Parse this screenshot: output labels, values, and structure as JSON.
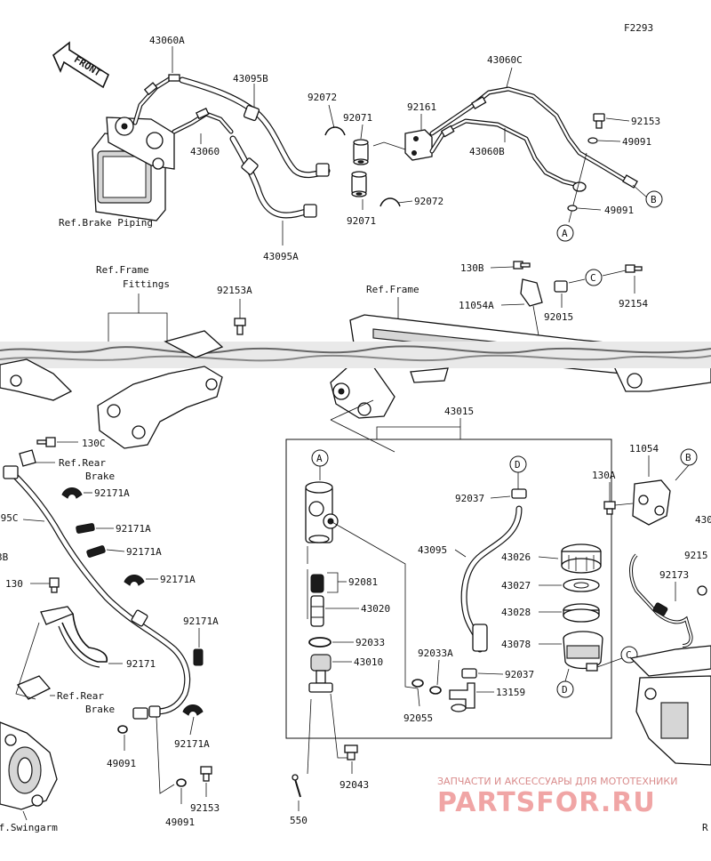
{
  "diagram": {
    "figure_id": "F2293",
    "front_label": "FRONT",
    "part_labels": {
      "p43060A": "43060A",
      "p43095B": "43095B",
      "p92072_top": "92072",
      "p92071_top": "92071",
      "p92161": "92161",
      "p43060C": "43060C",
      "p92153_top": "92153",
      "p49091_top": "49091",
      "p43060": "43060",
      "p43060B": "43060B",
      "p92072_mid": "92072",
      "p92071_mid": "92071",
      "p49091_mid": "49091",
      "p43095A": "43095A",
      "p130B": "130B",
      "p11054A": "11054A",
      "p92015": "92015",
      "p92154": "92154",
      "p92153A": "92153A",
      "p43015": "43015",
      "p130C": "130C",
      "p92171A_1": "92171A",
      "p92171A_2": "92171A",
      "p92171A_3": "92171A",
      "p92171A_4": "92171A",
      "p92171A_5": "92171A",
      "p92171A_6": "92171A",
      "p43095C": "095C",
      "p43B": "3B",
      "p130": "130",
      "p92171": "92171",
      "p49091_low": "49091",
      "p49091_bot": "49091",
      "p92153_bot": "92153",
      "p92037_a": "92037",
      "p43095": "43095",
      "p43026": "43026",
      "p43027": "43027",
      "p43028": "43028",
      "p43078": "43078",
      "p92081": "92081",
      "p43020": "43020",
      "p92033": "92033",
      "p43010": "43010",
      "p92033A": "92033A",
      "p92037_b": "92037",
      "p13159": "13159",
      "p92055": "92055",
      "p92043": "92043",
      "p550": "550",
      "p11054": "11054",
      "p130A": "130A",
      "p92173": "92173",
      "p4300": "430",
      "p9215": "9215"
    },
    "refs": {
      "brake_piping": "Ref.Brake Piping",
      "frame_fittings_1": "Ref.Frame",
      "frame_fittings_2": "Fittings",
      "frame": "Ref.Frame",
      "rear_brake_a1": "Ref.Rear",
      "rear_brake_a2": "Brake",
      "rear_brake_b1": "Ref.Rear",
      "rear_brake_b2": "Brake",
      "swingarm": "ef.Swingarm",
      "right_cut": "R"
    },
    "callouts": {
      "A": "A",
      "B": "B",
      "C": "C",
      "D": "D"
    },
    "watermark": {
      "line1": "ЗАПЧАСТИ И АКСЕССУАРЫ ДЛЯ МОТОТЕХНИКИ",
      "line2": "PARTSFOR.RU"
    }
  }
}
